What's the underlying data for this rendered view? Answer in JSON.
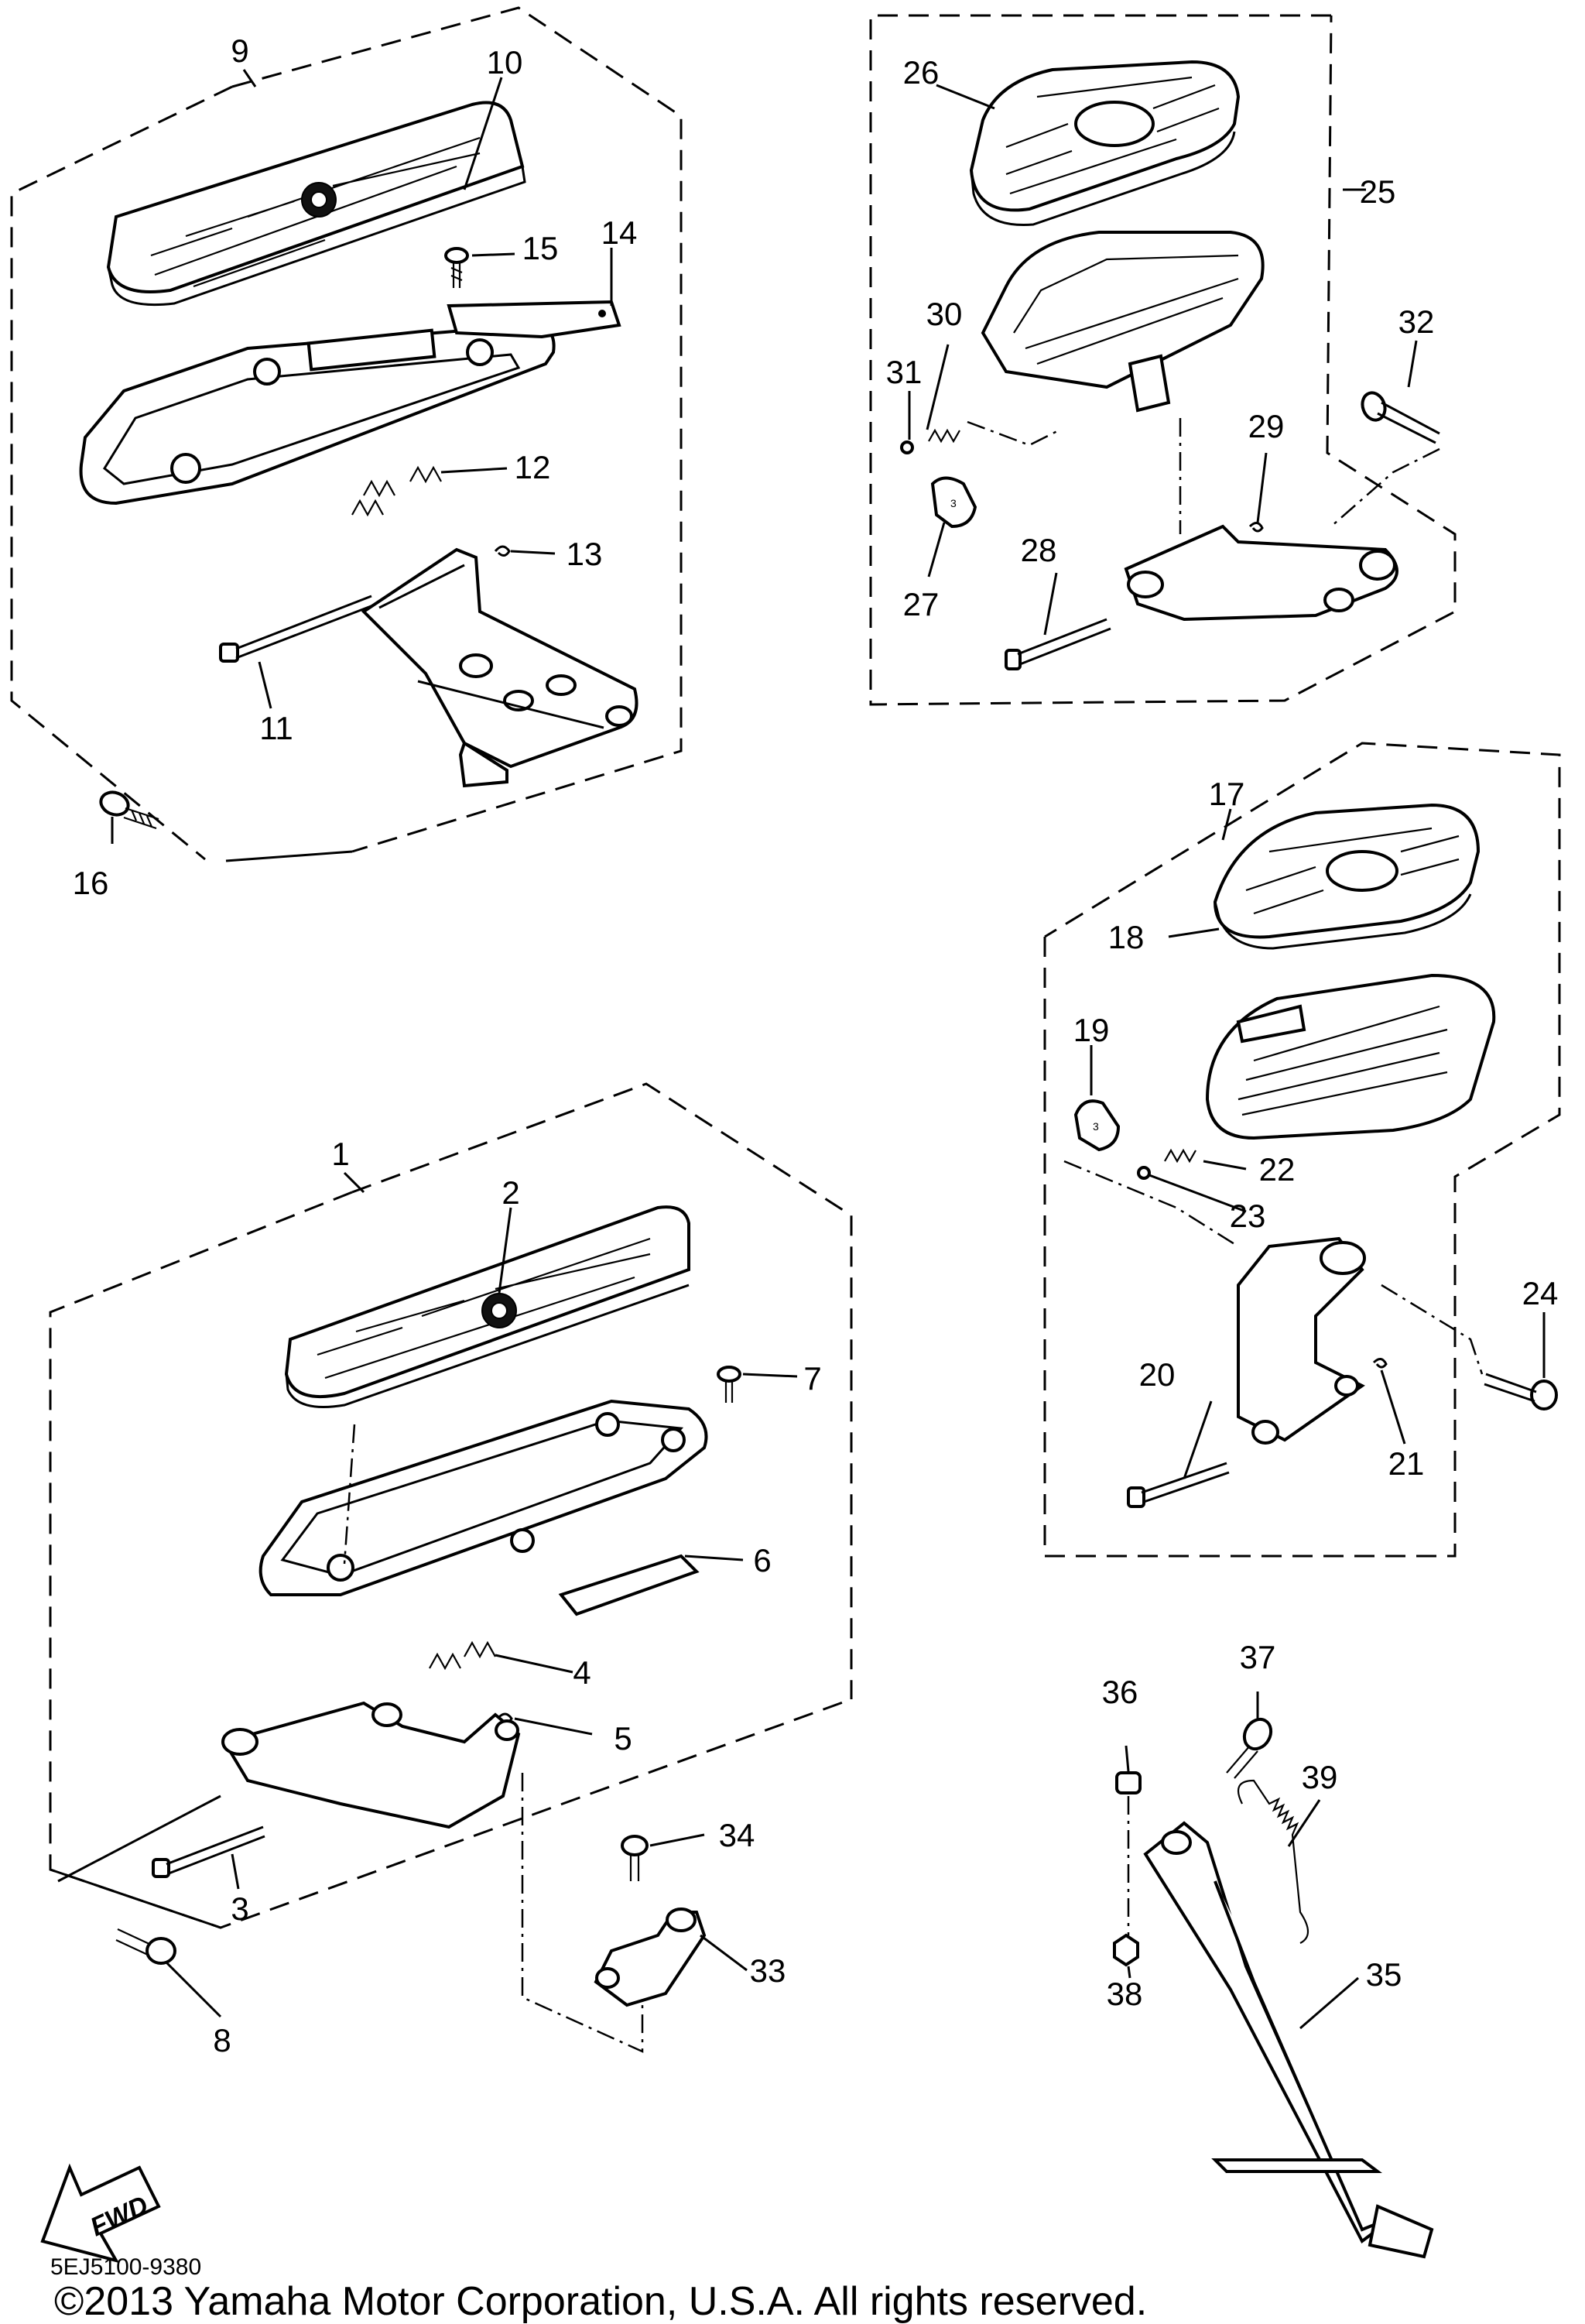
{
  "callouts": [
    {
      "id": "1",
      "text": "1"
    },
    {
      "id": "2",
      "text": "2"
    },
    {
      "id": "3",
      "text": "3"
    },
    {
      "id": "4",
      "text": "4"
    },
    {
      "id": "5",
      "text": "5"
    },
    {
      "id": "6",
      "text": "6"
    },
    {
      "id": "7",
      "text": "7"
    },
    {
      "id": "8",
      "text": "8"
    },
    {
      "id": "9",
      "text": "9"
    },
    {
      "id": "10",
      "text": "10"
    },
    {
      "id": "11",
      "text": "11"
    },
    {
      "id": "12",
      "text": "12"
    },
    {
      "id": "13",
      "text": "13"
    },
    {
      "id": "14",
      "text": "14"
    },
    {
      "id": "15",
      "text": "15"
    },
    {
      "id": "16",
      "text": "16"
    },
    {
      "id": "17",
      "text": "17"
    },
    {
      "id": "18",
      "text": "18"
    },
    {
      "id": "19",
      "text": "19"
    },
    {
      "id": "20",
      "text": "20"
    },
    {
      "id": "21",
      "text": "21"
    },
    {
      "id": "22",
      "text": "22"
    },
    {
      "id": "23",
      "text": "23"
    },
    {
      "id": "24",
      "text": "24"
    },
    {
      "id": "25",
      "text": "25"
    },
    {
      "id": "26",
      "text": "26"
    },
    {
      "id": "27",
      "text": "27"
    },
    {
      "id": "28",
      "text": "28"
    },
    {
      "id": "29",
      "text": "29"
    },
    {
      "id": "30",
      "text": "30"
    },
    {
      "id": "31",
      "text": "31"
    },
    {
      "id": "32",
      "text": "32"
    },
    {
      "id": "33",
      "text": "33"
    },
    {
      "id": "34",
      "text": "34"
    },
    {
      "id": "35",
      "text": "35"
    },
    {
      "id": "36",
      "text": "36"
    },
    {
      "id": "37",
      "text": "37"
    },
    {
      "id": "38",
      "text": "38"
    },
    {
      "id": "39",
      "text": "39"
    }
  ],
  "fwd_arrow": {
    "label": "FWD"
  },
  "diagram_code": "5EJ5100-9380",
  "copyright": "©2013 Yamaha Motor Corporation, U.S.A. All rights reserved."
}
